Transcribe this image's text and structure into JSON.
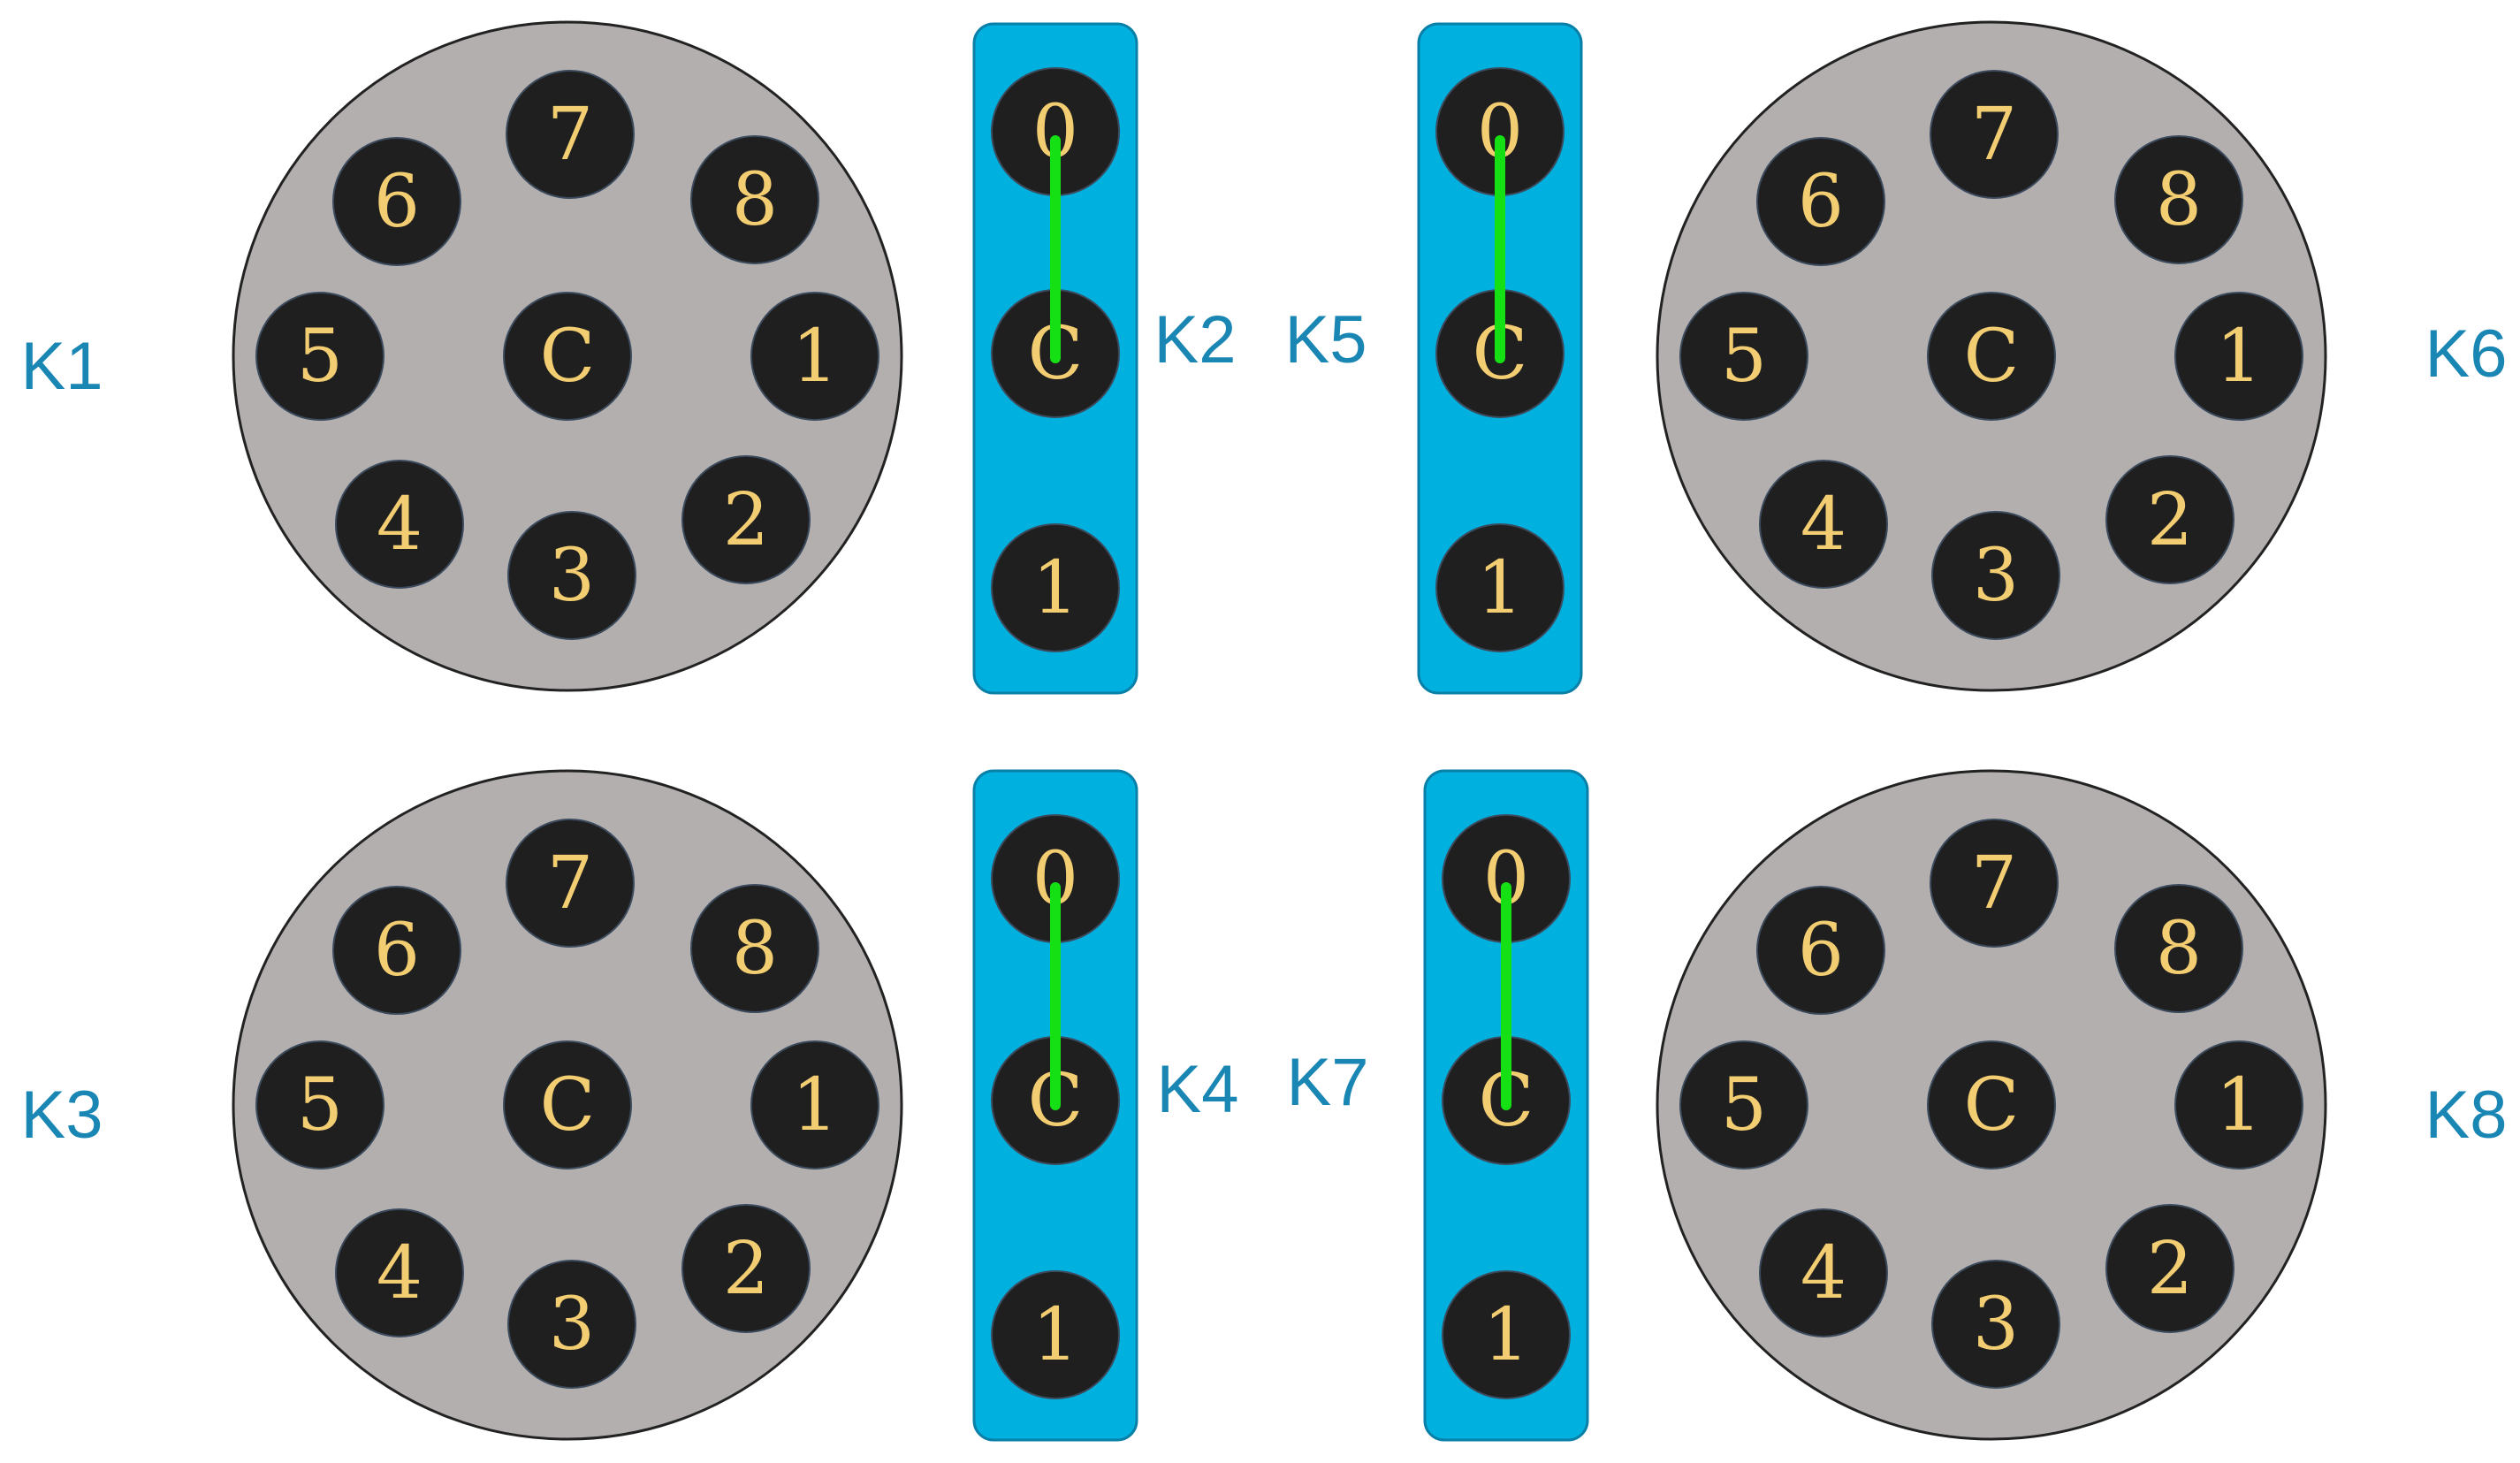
{
  "diagram": {
    "colors": {
      "disc_fill": "#b3afaf",
      "disc_stroke": "#222222",
      "contact_fill": "#1f1f1f",
      "contact_label": "#f3cd72",
      "strip_fill": "#00b0de",
      "strip_stroke": "#0a7fa8",
      "jumper": "#14e014",
      "label": "#1a86b4"
    },
    "dial_labels": [
      "7",
      "8",
      "1",
      "2",
      "3",
      "4",
      "5",
      "6",
      "C"
    ],
    "strip_labels": [
      "0",
      "C",
      "1"
    ],
    "switches": [
      {
        "id": "K1",
        "kind": "dial"
      },
      {
        "id": "K2",
        "kind": "strip",
        "jumper": [
          "0",
          "C"
        ]
      },
      {
        "id": "K5",
        "kind": "strip",
        "jumper": [
          "0",
          "C"
        ]
      },
      {
        "id": "K6",
        "kind": "dial"
      },
      {
        "id": "K3",
        "kind": "dial"
      },
      {
        "id": "K4",
        "kind": "strip",
        "jumper": [
          "0",
          "C"
        ]
      },
      {
        "id": "K7",
        "kind": "strip",
        "jumper": [
          "0",
          "C"
        ]
      },
      {
        "id": "K8",
        "kind": "dial"
      }
    ]
  }
}
